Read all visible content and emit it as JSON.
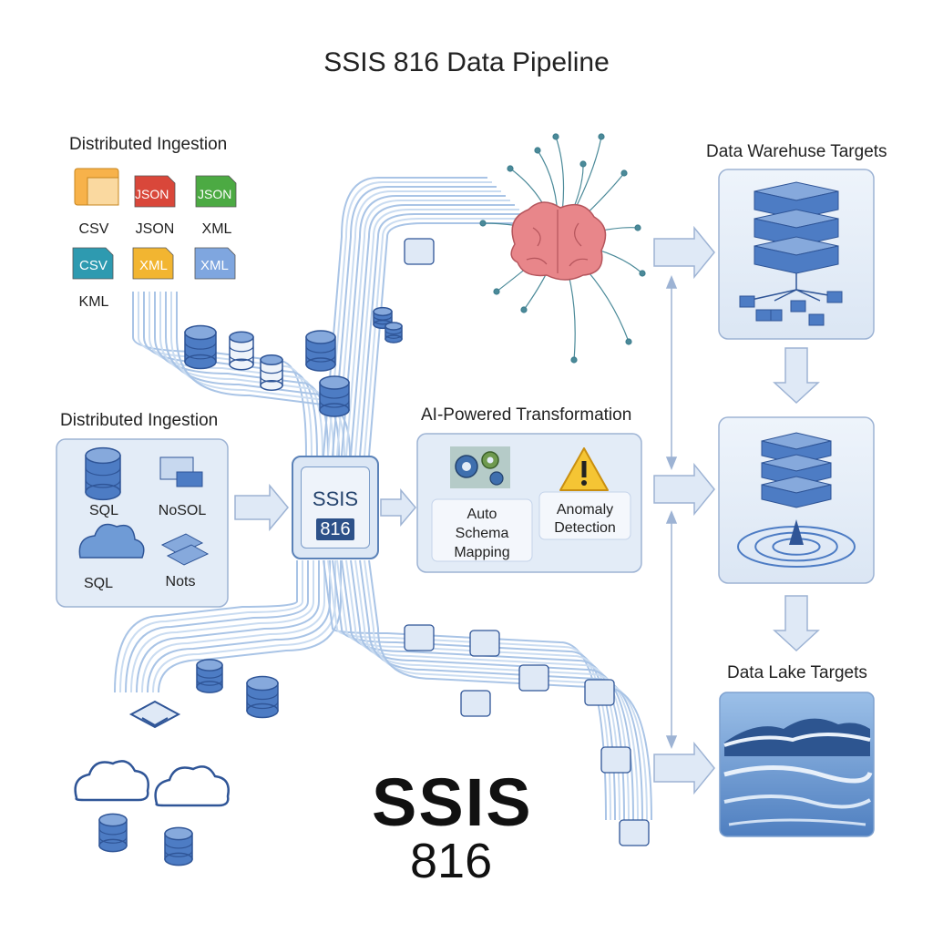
{
  "title": "SSIS 816 Data Pipeline",
  "sources_top": {
    "heading": "Distributed Ingestion",
    "files": [
      {
        "icon": "folder-icon",
        "badge": "",
        "label": "CSV",
        "color": "#f0a93a"
      },
      {
        "icon": "json-file-icon",
        "badge": "JSON",
        "label": "JSON",
        "color": "#d9473a"
      },
      {
        "icon": "json-file-icon",
        "badge": "JSON",
        "label": "XML",
        "color": "#4caa43"
      },
      {
        "icon": "csv-file-icon",
        "badge": "CSV",
        "label": "KML",
        "color": "#2e9ab0"
      },
      {
        "icon": "xml-file-icon",
        "badge": "XML",
        "label": "",
        "color": "#f2b531"
      },
      {
        "icon": "xml-file-icon",
        "badge": "XML",
        "label": "",
        "color": "#7fa6df"
      }
    ]
  },
  "sources_mid": {
    "heading": "Distributed Ingestion",
    "items": [
      {
        "icon": "database-icon",
        "label": "SQL"
      },
      {
        "icon": "nosql-server-icon",
        "label": "NoSOL"
      },
      {
        "icon": "cloud-icon",
        "label": "SQL"
      },
      {
        "icon": "tiles-icon",
        "label": "Nots"
      }
    ]
  },
  "chip": {
    "line1": "SSIS",
    "line2": "816"
  },
  "transform": {
    "heading": "AI-Powered Transformation",
    "cards": [
      {
        "icon": "gears-icon",
        "label_lines": [
          "Auto",
          "Schema",
          "Mapping"
        ]
      },
      {
        "icon": "warning-icon",
        "label_lines": [
          "Anomaly",
          "Detection"
        ]
      }
    ]
  },
  "targets": {
    "warehouse_heading": "Data Warehuse Targets",
    "lake_heading": "Data Lake Targets"
  },
  "big_logo": {
    "line1": "SSIS",
    "line2": "816"
  },
  "colors": {
    "flow": "#a9c4e6",
    "flow_light": "#cadcf1",
    "db_fill": "#4d7cc4",
    "db_dark": "#2f5597",
    "panel": "#e6eef8",
    "panel_border": "#9db3d4",
    "brain": "#e8868a"
  }
}
